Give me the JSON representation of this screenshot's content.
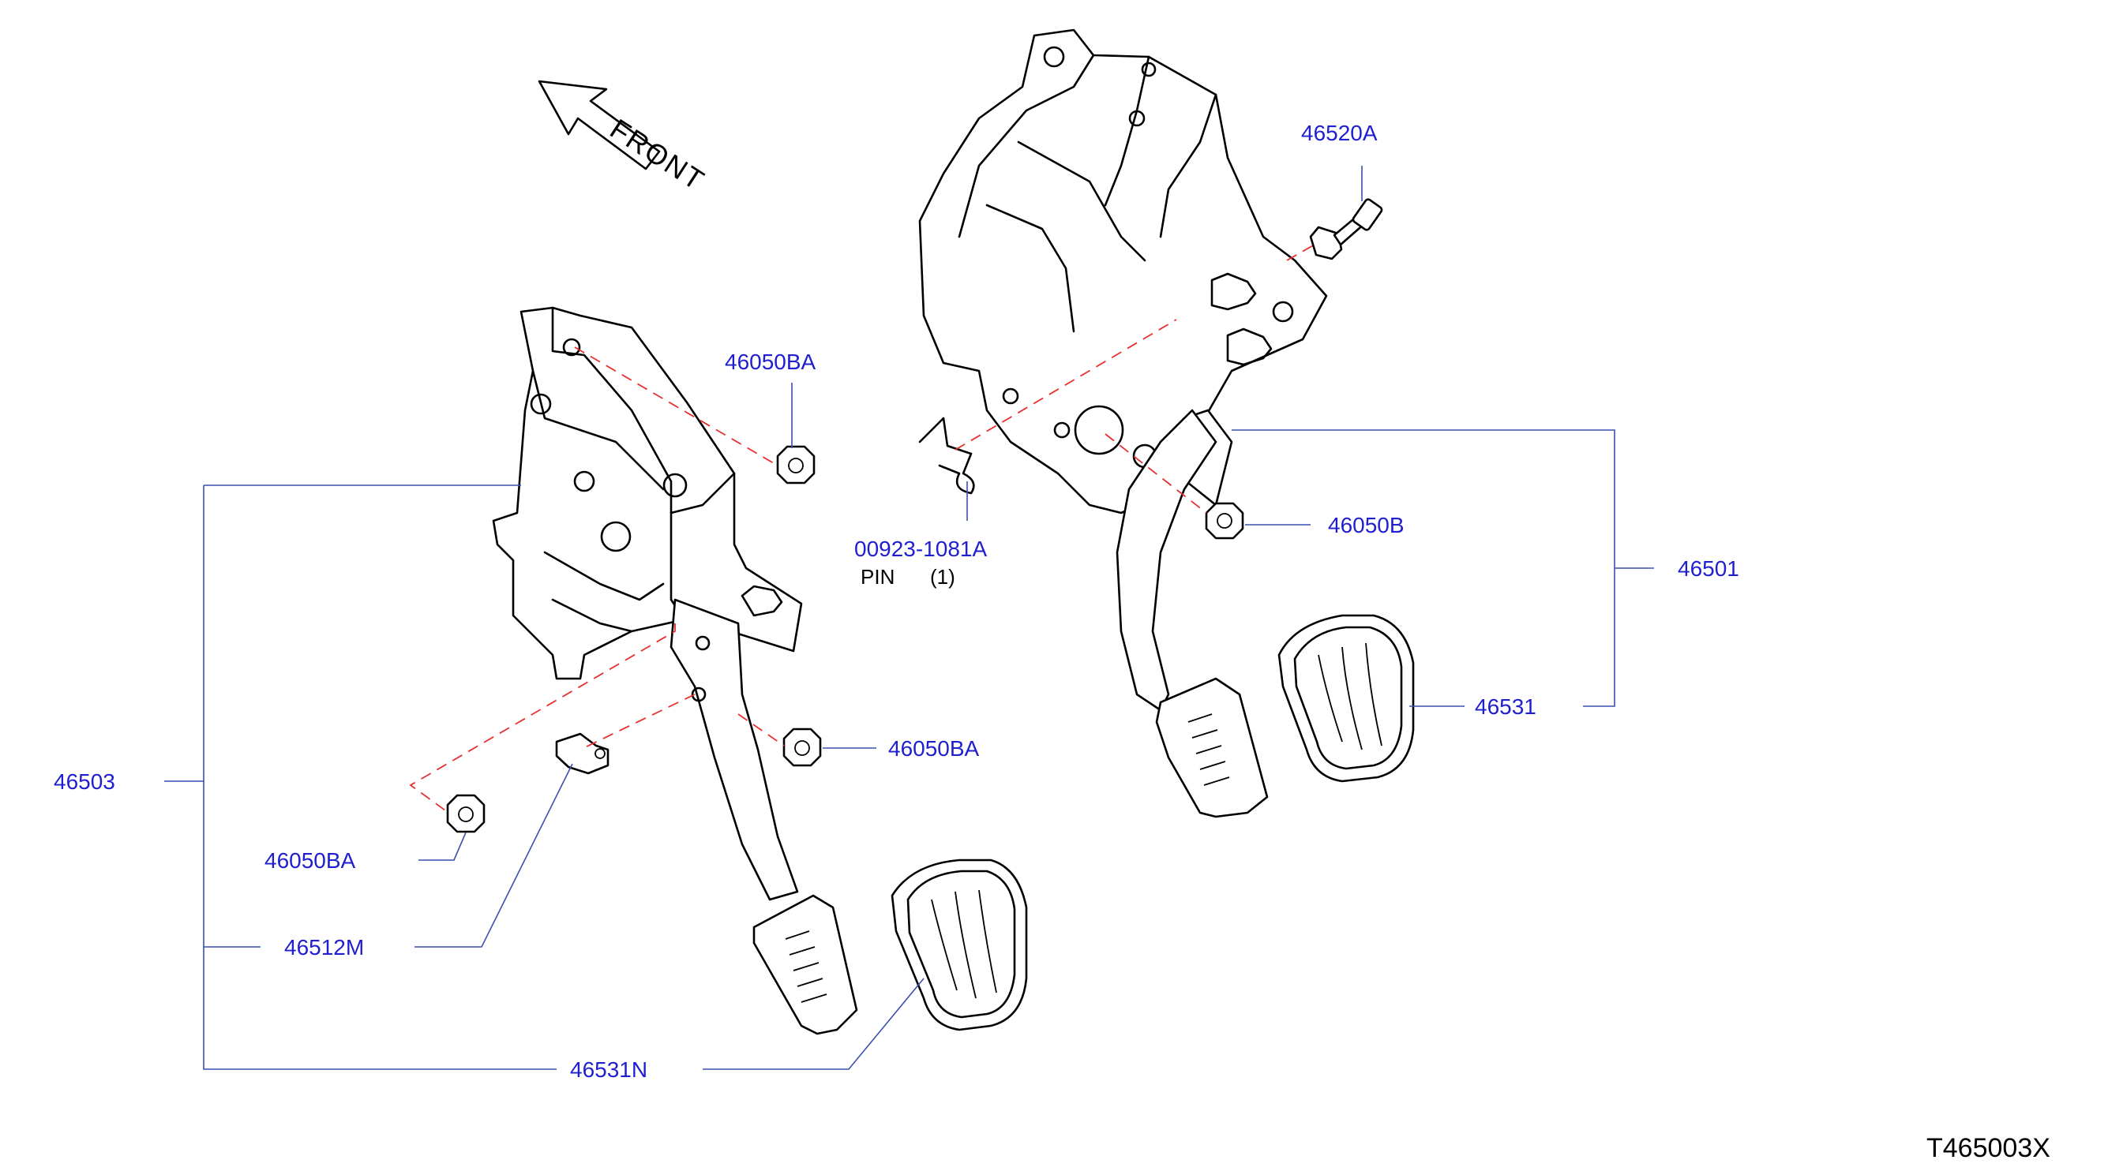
{
  "diagram": {
    "orientation": {
      "front_label": "FRONT"
    },
    "drawing_code": "T465003X",
    "parts": {
      "p46520A": "46520A",
      "p46050BA_top": "46050BA",
      "p00923": "00923-1081A",
      "pin_name": "PIN",
      "pin_qty": "(1)",
      "p46050B": "46050B",
      "p46501": "46501",
      "p46531": "46531",
      "p46503": "46503",
      "p46050BA_mid": "46050BA",
      "p46050BA_low": "46050BA",
      "p46512M": "46512M",
      "p46531N": "46531N"
    },
    "colors": {
      "label": "#1f1fd0",
      "leader": "#3a4fb0",
      "centerline": "#e83030",
      "outline": "#000000"
    }
  }
}
